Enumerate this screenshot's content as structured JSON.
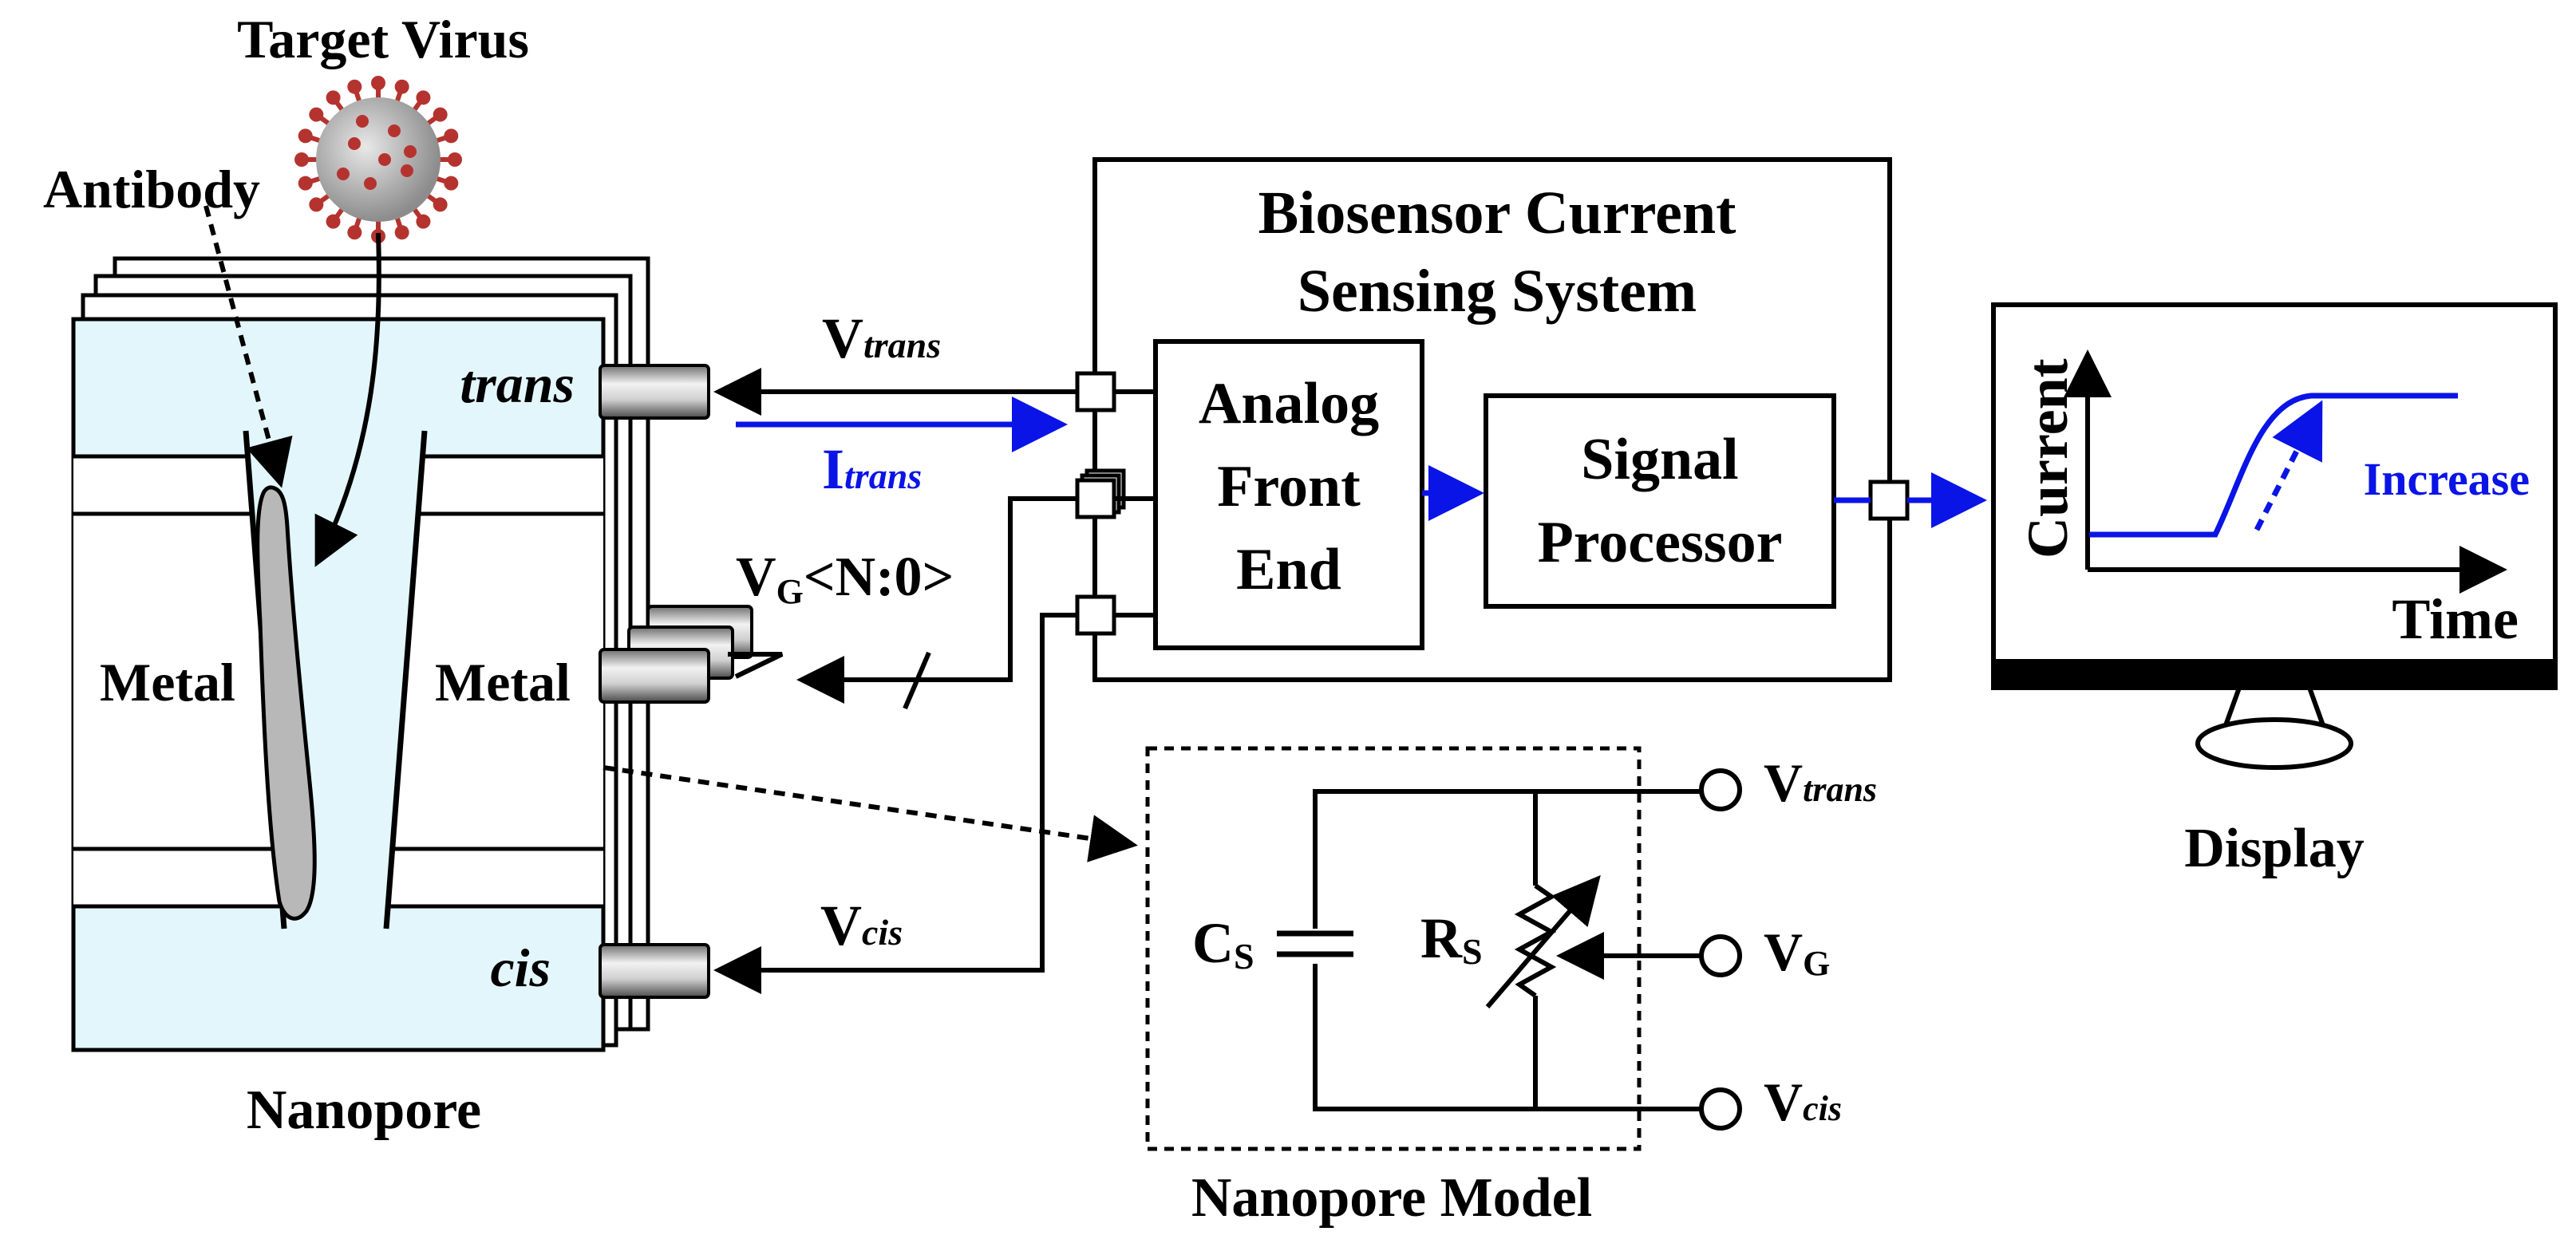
{
  "labels": {
    "target_virus": "Target Virus",
    "antibody": "Antibody",
    "trans": "trans",
    "cis": "cis",
    "metal_left": "Metal",
    "metal_right": "Metal",
    "nanopore": "Nanopore",
    "system_title_line1": "Biosensor Current",
    "system_title_line2": "Sensing System",
    "afe_line1": "Analog",
    "afe_line2": "Front",
    "afe_line3": "End",
    "sp_line1": "Signal",
    "sp_line2": "Processor",
    "v_trans_main": "V",
    "v_trans_sub": "trans",
    "i_trans_main": "I",
    "i_trans_sub": "trans",
    "vg_main": "V",
    "vg_sub": "G",
    "vg_range": "<N:0>",
    "v_cis_main": "V",
    "v_cis_sub": "cis",
    "model_cs_main": "C",
    "model_cs_sub": "S",
    "model_rs_main": "R",
    "model_rs_sub": "S",
    "model_vtrans_main": "V",
    "model_vtrans_sub": "trans",
    "model_vg_main": "V",
    "model_vg_sub": "G",
    "model_vcis_main": "V",
    "model_vcis_sub": "cis",
    "nanopore_model": "Nanopore Model",
    "display": "Display",
    "axis_current": "Current",
    "axis_time": "Time",
    "increase": "Increase"
  },
  "colors": {
    "blue": "#0a14e6",
    "chamber_fill": "#e3f6fc",
    "antibody_fill": "#b8b8b8",
    "virus_red": "#b5332f"
  },
  "icons": [
    "virus-icon",
    "monitor-icon",
    "variable-resistor-icon",
    "capacitor-icon"
  ]
}
